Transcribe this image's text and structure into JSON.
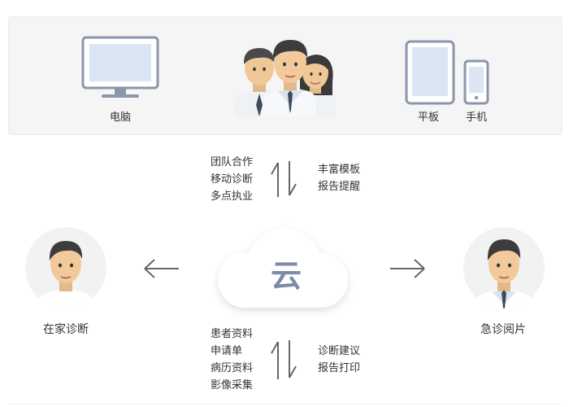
{
  "devices": {
    "computer_label": "电脑",
    "tablet_label": "平板",
    "phone_label": "手机"
  },
  "top_features": {
    "left": [
      "团队合作",
      "移动诊断",
      "多点执业"
    ],
    "right": [
      "丰富模板",
      "报告提醒"
    ]
  },
  "cloud": {
    "glyph": "云"
  },
  "left_node": {
    "label": "在家诊断"
  },
  "right_node": {
    "label": "急诊阅片"
  },
  "bottom_features": {
    "left": [
      "患者资料",
      "申请单",
      "病历资料",
      "影像采集"
    ],
    "right": [
      "诊断建议",
      "报告打印"
    ]
  },
  "colors": {
    "device_stroke": "#8a96ab",
    "device_screen": "#dce5f3",
    "cloud_glyph": "#7d8ba6",
    "arrow": "#666666",
    "panel_bg": "#f5f5f5"
  },
  "icons": [
    "computer-icon",
    "doctors-group-icon",
    "tablet-icon",
    "phone-icon",
    "cloud-icon",
    "patient-avatar-icon",
    "doctor-avatar-icon"
  ]
}
